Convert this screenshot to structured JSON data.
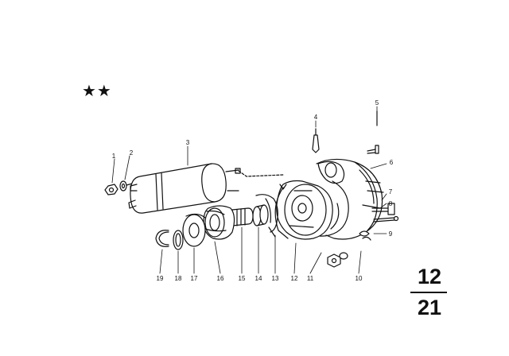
{
  "marker": "★★",
  "group_number": {
    "top": "12",
    "bottom": "21"
  },
  "callouts": [
    {
      "id": "1",
      "text": "1"
    },
    {
      "id": "2",
      "text": "2"
    },
    {
      "id": "3",
      "text": "3"
    },
    {
      "id": "4",
      "text": "4"
    },
    {
      "id": "5",
      "text": "5"
    },
    {
      "id": "6",
      "text": "6"
    },
    {
      "id": "7",
      "text": "7"
    },
    {
      "id": "8",
      "text": "8"
    },
    {
      "id": "9",
      "text": "9"
    },
    {
      "id": "10",
      "text": "10"
    },
    {
      "id": "11",
      "text": "11"
    },
    {
      "id": "12",
      "text": "12"
    },
    {
      "id": "13",
      "text": "13"
    },
    {
      "id": "14",
      "text": "14"
    },
    {
      "id": "15",
      "text": "15"
    },
    {
      "id": "16",
      "text": "16"
    },
    {
      "id": "17",
      "text": "17"
    },
    {
      "id": "18",
      "text": "18"
    },
    {
      "id": "19",
      "text": "19"
    }
  ],
  "colors": {
    "ink": "#111111",
    "background": "#ffffff"
  }
}
